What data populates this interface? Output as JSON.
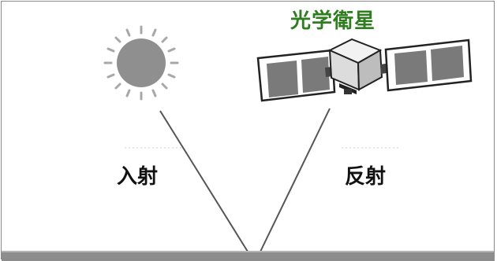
{
  "labels": {
    "satellite": "光学衛星",
    "incident": "入射",
    "reflected": "反射"
  },
  "colors": {
    "satellite_title": "#2e7d1e",
    "text": "#111111",
    "sun": "#8f8f8f",
    "ground": "#8d8d8d",
    "ray": "#555555"
  },
  "icons": {
    "sun": "sun-icon",
    "satellite": "satellite-icon"
  }
}
